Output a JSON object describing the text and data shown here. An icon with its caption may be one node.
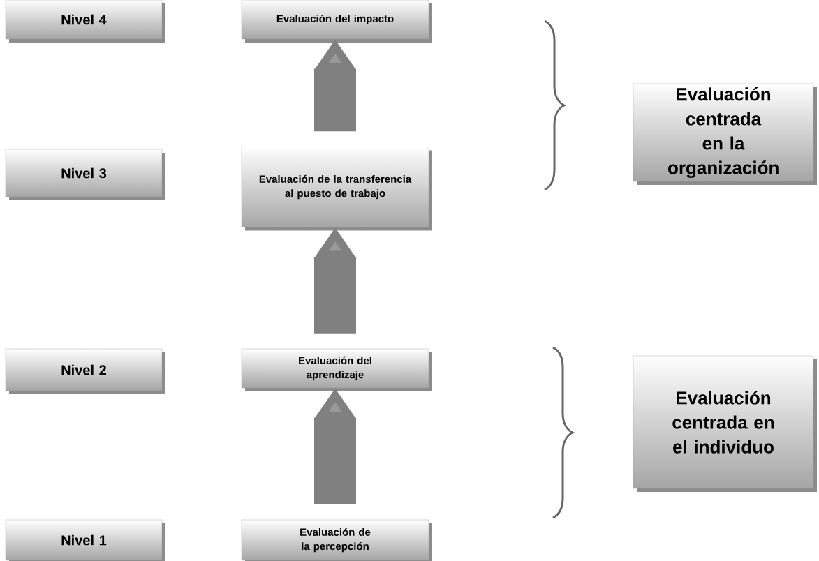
{
  "diagram": {
    "nodes": [
      {
        "text": [
          "Nivel 4"
        ]
      },
      {
        "text": [
          "Evaluación del impacto"
        ]
      },
      {
        "text": [
          "Nivel 3"
        ]
      },
      {
        "text": [
          "Evaluación de la transferencia al puesto de trabajo"
        ]
      },
      {
        "text": [
          "Nivel 2"
        ]
      },
      {
        "text": [
          "Evaluación del aprendizaje"
        ]
      },
      {
        "text": [
          "Nivel 1"
        ]
      },
      {
        "text": [
          "Evaluación de la percepción"
        ]
      },
      {
        "text": [
          "Evaluación centrada en la organización"
        ]
      },
      {
        "text": [
          "Evaluación centrada en el individuo"
        ]
      }
    ],
    "edges": [
      {
        "from": 7,
        "to": 5,
        "arrow": "to"
      },
      {
        "from": 5,
        "to": 3,
        "arrow": "to"
      },
      {
        "from": 3,
        "to": 1,
        "arrow": "to"
      }
    ]
  }
}
